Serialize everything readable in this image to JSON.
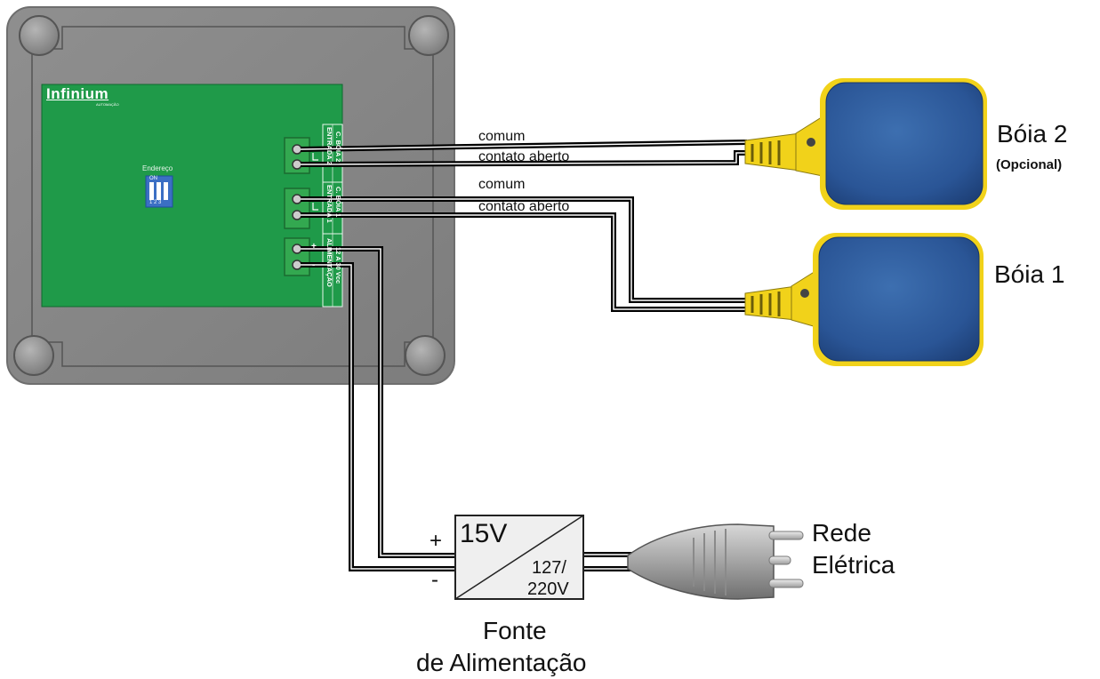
{
  "board": {
    "brand": "Infinium",
    "brand_sub": "AUTOMAÇÃO",
    "dip_title": "Endereço",
    "dip_on": "ON",
    "dip_numbers": "1 2 3",
    "label_entrada2": "ENTRADA 2",
    "label_boia2": "C. BÓIA 2",
    "label_entrada1": "ENTRADA 1",
    "label_boia1": "C. BÓIA 1",
    "label_alimentacao": "ALIMENTAÇÃO",
    "label_vcc": "12 A 30 Vcc",
    "term_plus": "+",
    "term_minus": "-"
  },
  "wires": {
    "boia2_comum": "comum",
    "boia2_contato": "contato aberto",
    "boia1_comum": "comum",
    "boia1_contato": "contato aberto"
  },
  "floats": {
    "boia2_name": "Bóia 2",
    "boia2_note": "(Opcional)",
    "boia1_name": "Bóia 1"
  },
  "power_supply": {
    "output": "15V",
    "input_line1": "127/",
    "input_line2": "220V",
    "plus": "+",
    "minus": "-",
    "caption_line1": "Fonte",
    "caption_line2": "de Alimentação"
  },
  "mains": {
    "line1": "Rede",
    "line2": "Elétrica"
  }
}
